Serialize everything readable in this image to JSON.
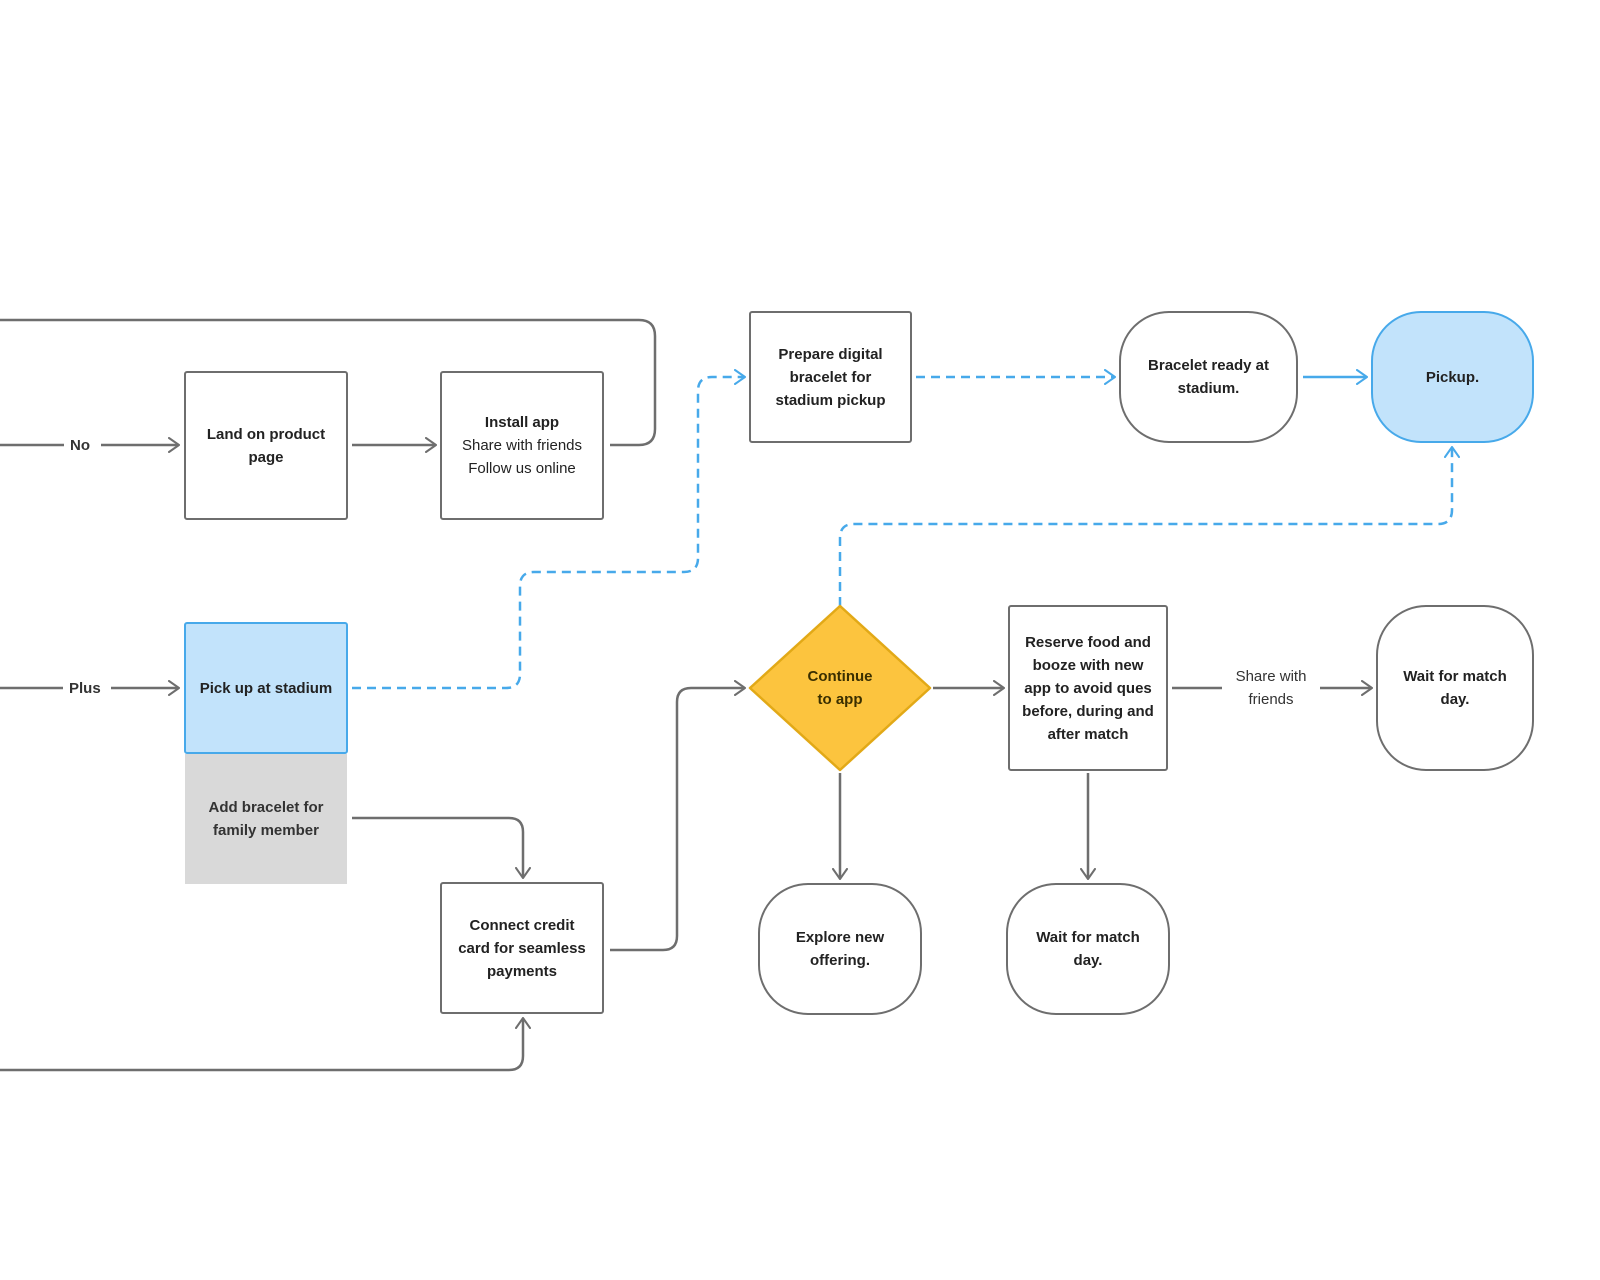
{
  "nodes": {
    "land_on_product_page": [
      "Land on product",
      "page"
    ],
    "install_app": [
      "Install app",
      "Share with friends",
      "Follow us online"
    ],
    "prepare_bracelet": [
      "Prepare digital",
      "bracelet for",
      "stadium pickup"
    ],
    "bracelet_ready": [
      "Bracelet ready at",
      "stadium."
    ],
    "pickup": [
      "Pickup."
    ],
    "pick_up_at_stadium": [
      "Pick up at stadium"
    ],
    "add_bracelet": [
      "Add bracelet for",
      "family member"
    ],
    "continue_to_app": [
      "Continue",
      "to app"
    ],
    "reserve_food": [
      "Reserve food and",
      "booze with new",
      "app to avoid ques",
      "before, during and",
      "after match"
    ],
    "wait_match_day_right": [
      "Wait for match",
      "day."
    ],
    "connect_credit_card": [
      "Connect credit",
      "card for seamless",
      "payments"
    ],
    "explore_new_offering": [
      "Explore new",
      "offering."
    ],
    "wait_match_day_bottom": [
      "Wait for match",
      "day."
    ]
  },
  "edge_labels": {
    "no": "No",
    "plus": "Plus",
    "share_with_friends": [
      "Share with",
      "friends"
    ]
  },
  "colors": {
    "connector": "#6e6e6e",
    "dashed_connector": "#47a9ea",
    "highlight_fill": "#c2e3fb",
    "highlight_border": "#47a9ea",
    "decision_fill": "#fcc43e",
    "decision_border": "#e2a917",
    "muted_fill": "#d9d9d9"
  }
}
